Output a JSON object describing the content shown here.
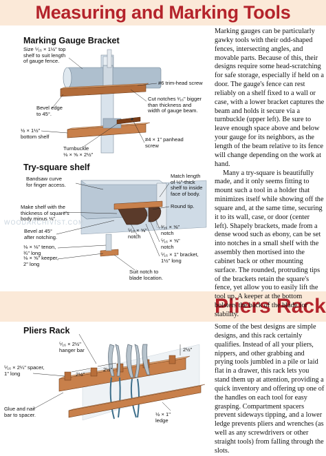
{
  "sections": {
    "measuring_title": "Measuring and Marking Tools",
    "pliers_title": "Pliers Rack"
  },
  "marking_gauge": {
    "heading": "Marking Gauge Bracket",
    "labels": {
      "top_shelf": "Size ⁵⁄₁₆ × 1½\" top\nshelf to suit length\nof gauge fence.",
      "trim_screw": "#6 trim-head screw",
      "cut_notches": "Cut notches ¹⁄₁₆\" bigger\nthan thickness and\nwidth of gauge beam.",
      "bevel": "Bevel edge\nto 45°.",
      "bottom_shelf": "½ × 1½\"\nbottom shelf",
      "panhead": "#4 × 1\" panhead\nscrew",
      "turnbuckle": "Turnbuckle\n⅛ × ⅝ × 2½\""
    }
  },
  "try_square": {
    "heading": "Try-square shelf",
    "labels": {
      "bandsaw": "Bandsaw curve\nfor finger access.",
      "match_length": "Match length\nof ½\"-thick\nshelf to inside\nface of body.",
      "make_shelf": "Make shelf with the\nthickness of square's\nbody minus ⅛\".",
      "round_tip": "Round tip.",
      "bevel45": "Bevel at 45°\nafter notching.",
      "notch_5_8_a": "⁵⁄₁₆ × ⅝\"\nnotch",
      "notch_1_8": "¹⁄₁₆ × ⅝\"\nnotch",
      "notch_5_8_b": "⁵⁄₁₆ × ⅝\"\nnotch",
      "tenon": "⅛ × ⅛\" tenon,\n¾\" long",
      "bracket": "⁵⁄₁₆ × 1\" bracket,\n1½\" long",
      "keeper": "⅛ × ⅝\" keeper,\n2\" long",
      "suit_notch": "Suit notch to\nblade location."
    },
    "watermark": "WOODARCHIVIST.COM"
  },
  "pliers_rack": {
    "heading": "Pliers Rack",
    "labels": {
      "hanger": "⁵⁄₁₆ × 2½\"\nhanger bar",
      "spacer": "⁵⁄₁₆ × 2¼\" spacer,\n1\" long",
      "glue_nail": "Glue and nail\nbar to spacer.",
      "ledge": "½ × 1\"\nledge",
      "dim_2a": "2½\"",
      "dim_2b": "2½\"",
      "dim_2c": "2½\""
    }
  },
  "text": {
    "gauge_p1": "Marking gauges can be particularly gawky tools with their odd-shaped fences, intersecting angles, and movable parts. Because of this, their designs require some head-scratching for safe storage, especially if held on a door. The gauge's fence can rest reliably on a shelf fixed to a wall or case, with a lower bracket captures the beam and holds it secure via a turnbuckle (upper left). Be sure to leave enough space above and below your gauge for its neighbors, as the length of the beam relative to its fence will change depending on the work at hand.",
    "gauge_p2": "Many a try-square is beautifully made, and it only seems fitting to mount such a tool in a holder that minimizes itself while showing off the square and, at the same time, securing it to its wall, case, or door (center left). Shapely brackets, made from a dense wood such as ebony, can be set into notches in a small shelf with the assembly then mortised into the cabinet back or other mounting surface. The rounded, protruding tips of the brackets retain the square's fence, yet allow you to easily lift the tool up. A keeper at the bottom bolsters the back of the blade for stability.",
    "pliers_p1": "Some of the best designs are simple designs, and this rack certainly qualifies. Instead of all your pliers, nippers, and other grabbing and prying tools jumbled in a pile or laid flat in a drawer, this rack lets you stand them up at attention, providing a quick inventory and offering up one of the handles on each tool for easy grasping. Compartment spacers prevent sideways tipping, and a lower ledge prevents pliers and wrenches (as well as any screwdrivers or other straight tools) from falling through the slots."
  },
  "colors": {
    "title_red": "#b4232b",
    "band": "#fbe9d8",
    "wood": "#c8804b",
    "wood_dark": "#8a4b22",
    "wall": "#b9c8d6",
    "metal": "#b7c3cc"
  }
}
